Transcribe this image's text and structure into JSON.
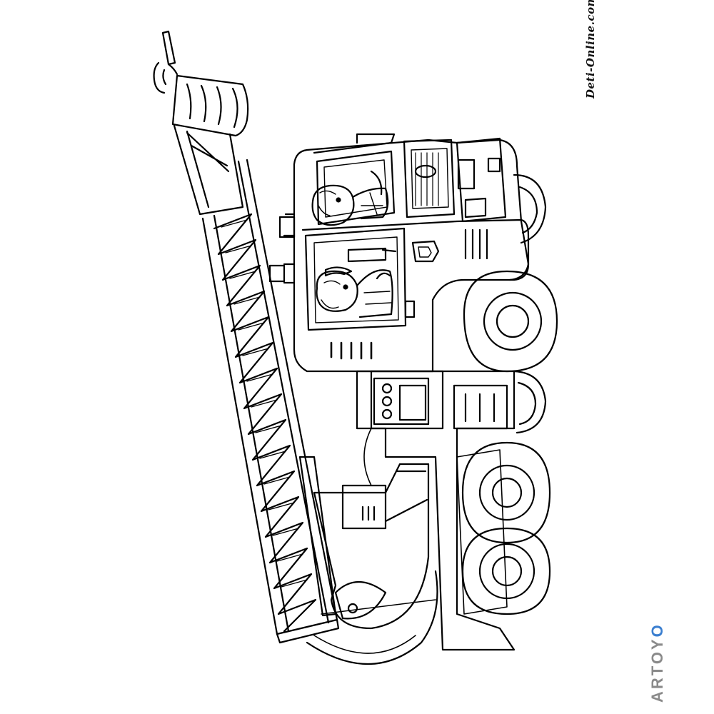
{
  "image": {
    "subject": "fire-truck coloring page",
    "style": "black line art on white",
    "line_color": "#000000",
    "background": "#ffffff"
  },
  "watermarks": {
    "site": "Deti-Online.com",
    "brand_main": "ARTOY",
    "brand_tail": "O",
    "brand_color": "#8a8a8a",
    "brand_accent": "#3b7fd0"
  }
}
